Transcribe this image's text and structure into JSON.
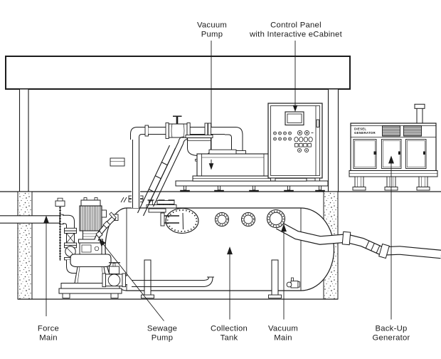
{
  "diagram": {
    "type": "technical-line-drawing",
    "subject": "Vacuum sewage collection station cross-section",
    "background_color": "#ffffff",
    "line_color": "#1c1c1c",
    "labels": {
      "vacuum_pump": {
        "line1": "Vacuum",
        "line2": "Pump"
      },
      "control_panel": {
        "line1": "Control Panel",
        "line2": "with Interactive eCabinet"
      },
      "force_main": {
        "line1": "Force",
        "line2": "Main"
      },
      "sewage_pump": {
        "line1": "Sewage",
        "line2": "Pump"
      },
      "collection_tank": {
        "line1": "Collection",
        "line2": "Tank"
      },
      "vacuum_main": {
        "line1": "Vacuum",
        "line2": "Main"
      },
      "backup_generator": {
        "line1": "Back-Up",
        "line2": "Generator"
      }
    },
    "equipment_text": {
      "generator_nameplate_line1": "DIESEL",
      "generator_nameplate_line2": "GENERATOR"
    }
  }
}
